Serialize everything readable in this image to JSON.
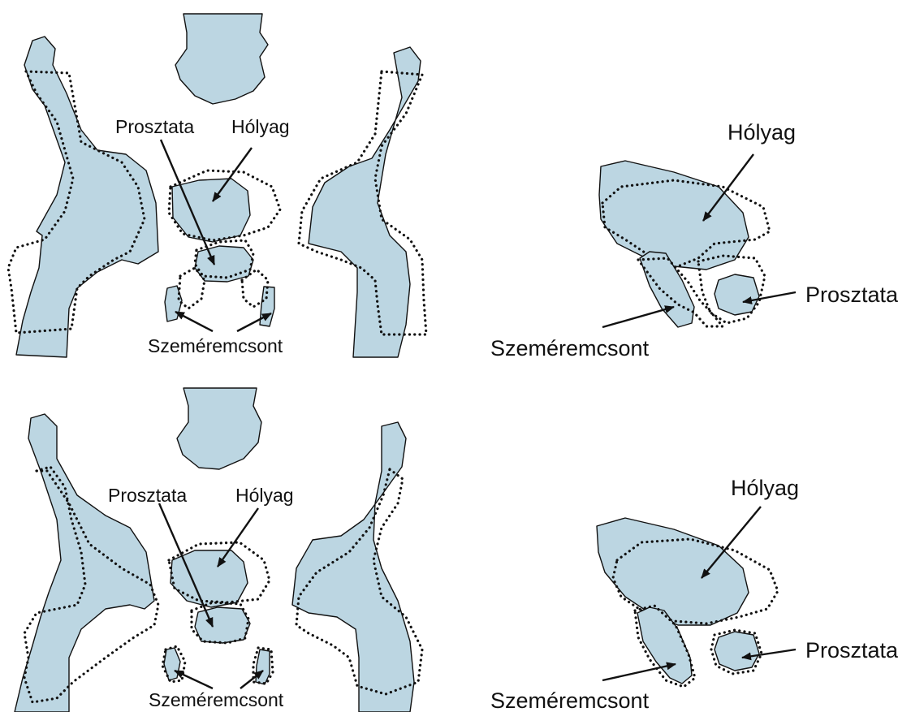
{
  "labels": {
    "prostate": "Prosztata",
    "bladder": "Hólyag",
    "pubic_bone": "Szeméremcsont"
  },
  "colors": {
    "tissue_fill": "#bcd6e2",
    "outline": "#111111",
    "background": "#ffffff"
  }
}
